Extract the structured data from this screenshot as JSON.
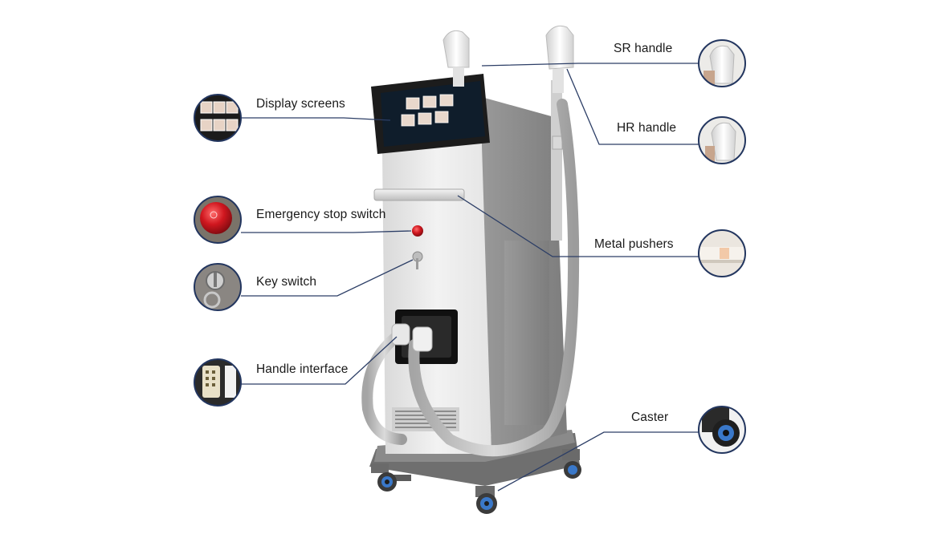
{
  "callouts": {
    "display_screens": "Display screens",
    "emergency_stop_switch": "Emergency stop switch",
    "key_switch": "Key switch",
    "handle_interface": "Handle interface",
    "sr_handle": "SR handle",
    "hr_handle": "HR handle",
    "metal_pushers": "Metal pushers",
    "caster": "Caster"
  },
  "colors": {
    "leader_line": "#2c3e66",
    "badge_ring": "#23365f",
    "device_body": "#e3e3e3",
    "device_side": "#8e8e8e",
    "screen_frame": "#1c1c1c",
    "emergency_red": "#c8161d",
    "wheel_blue": "#3a78c9",
    "background": "#ffffff"
  },
  "icons": [
    "display-screens-thumbnail",
    "emergency-stop-button-thumbnail",
    "key-switch-thumbnail",
    "handle-interface-thumbnail",
    "sr-handle-thumbnail",
    "hr-handle-thumbnail",
    "metal-pusher-thumbnail",
    "caster-wheel-thumbnail"
  ]
}
